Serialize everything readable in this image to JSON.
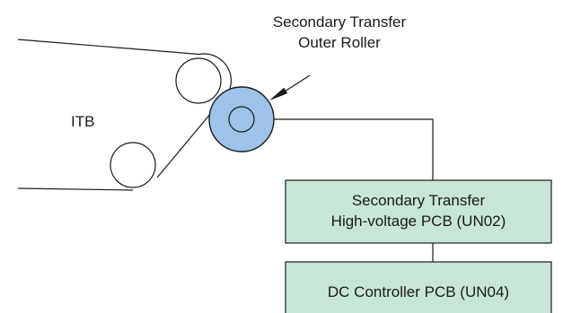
{
  "roller_label": {
    "line1": "Secondary Transfer",
    "line2": "Outer Roller"
  },
  "itb_label": "ITB",
  "hv_pcb": {
    "line1": "Secondary Transfer",
    "line2": "High-voltage PCB (UN02)"
  },
  "dc_pcb": {
    "label": "DC Controller PCB (UN04)"
  },
  "colors": {
    "roller_fill": "#9ec3ea",
    "pcb_fill": "#c8e6d6",
    "stroke": "#1a1a1a"
  }
}
